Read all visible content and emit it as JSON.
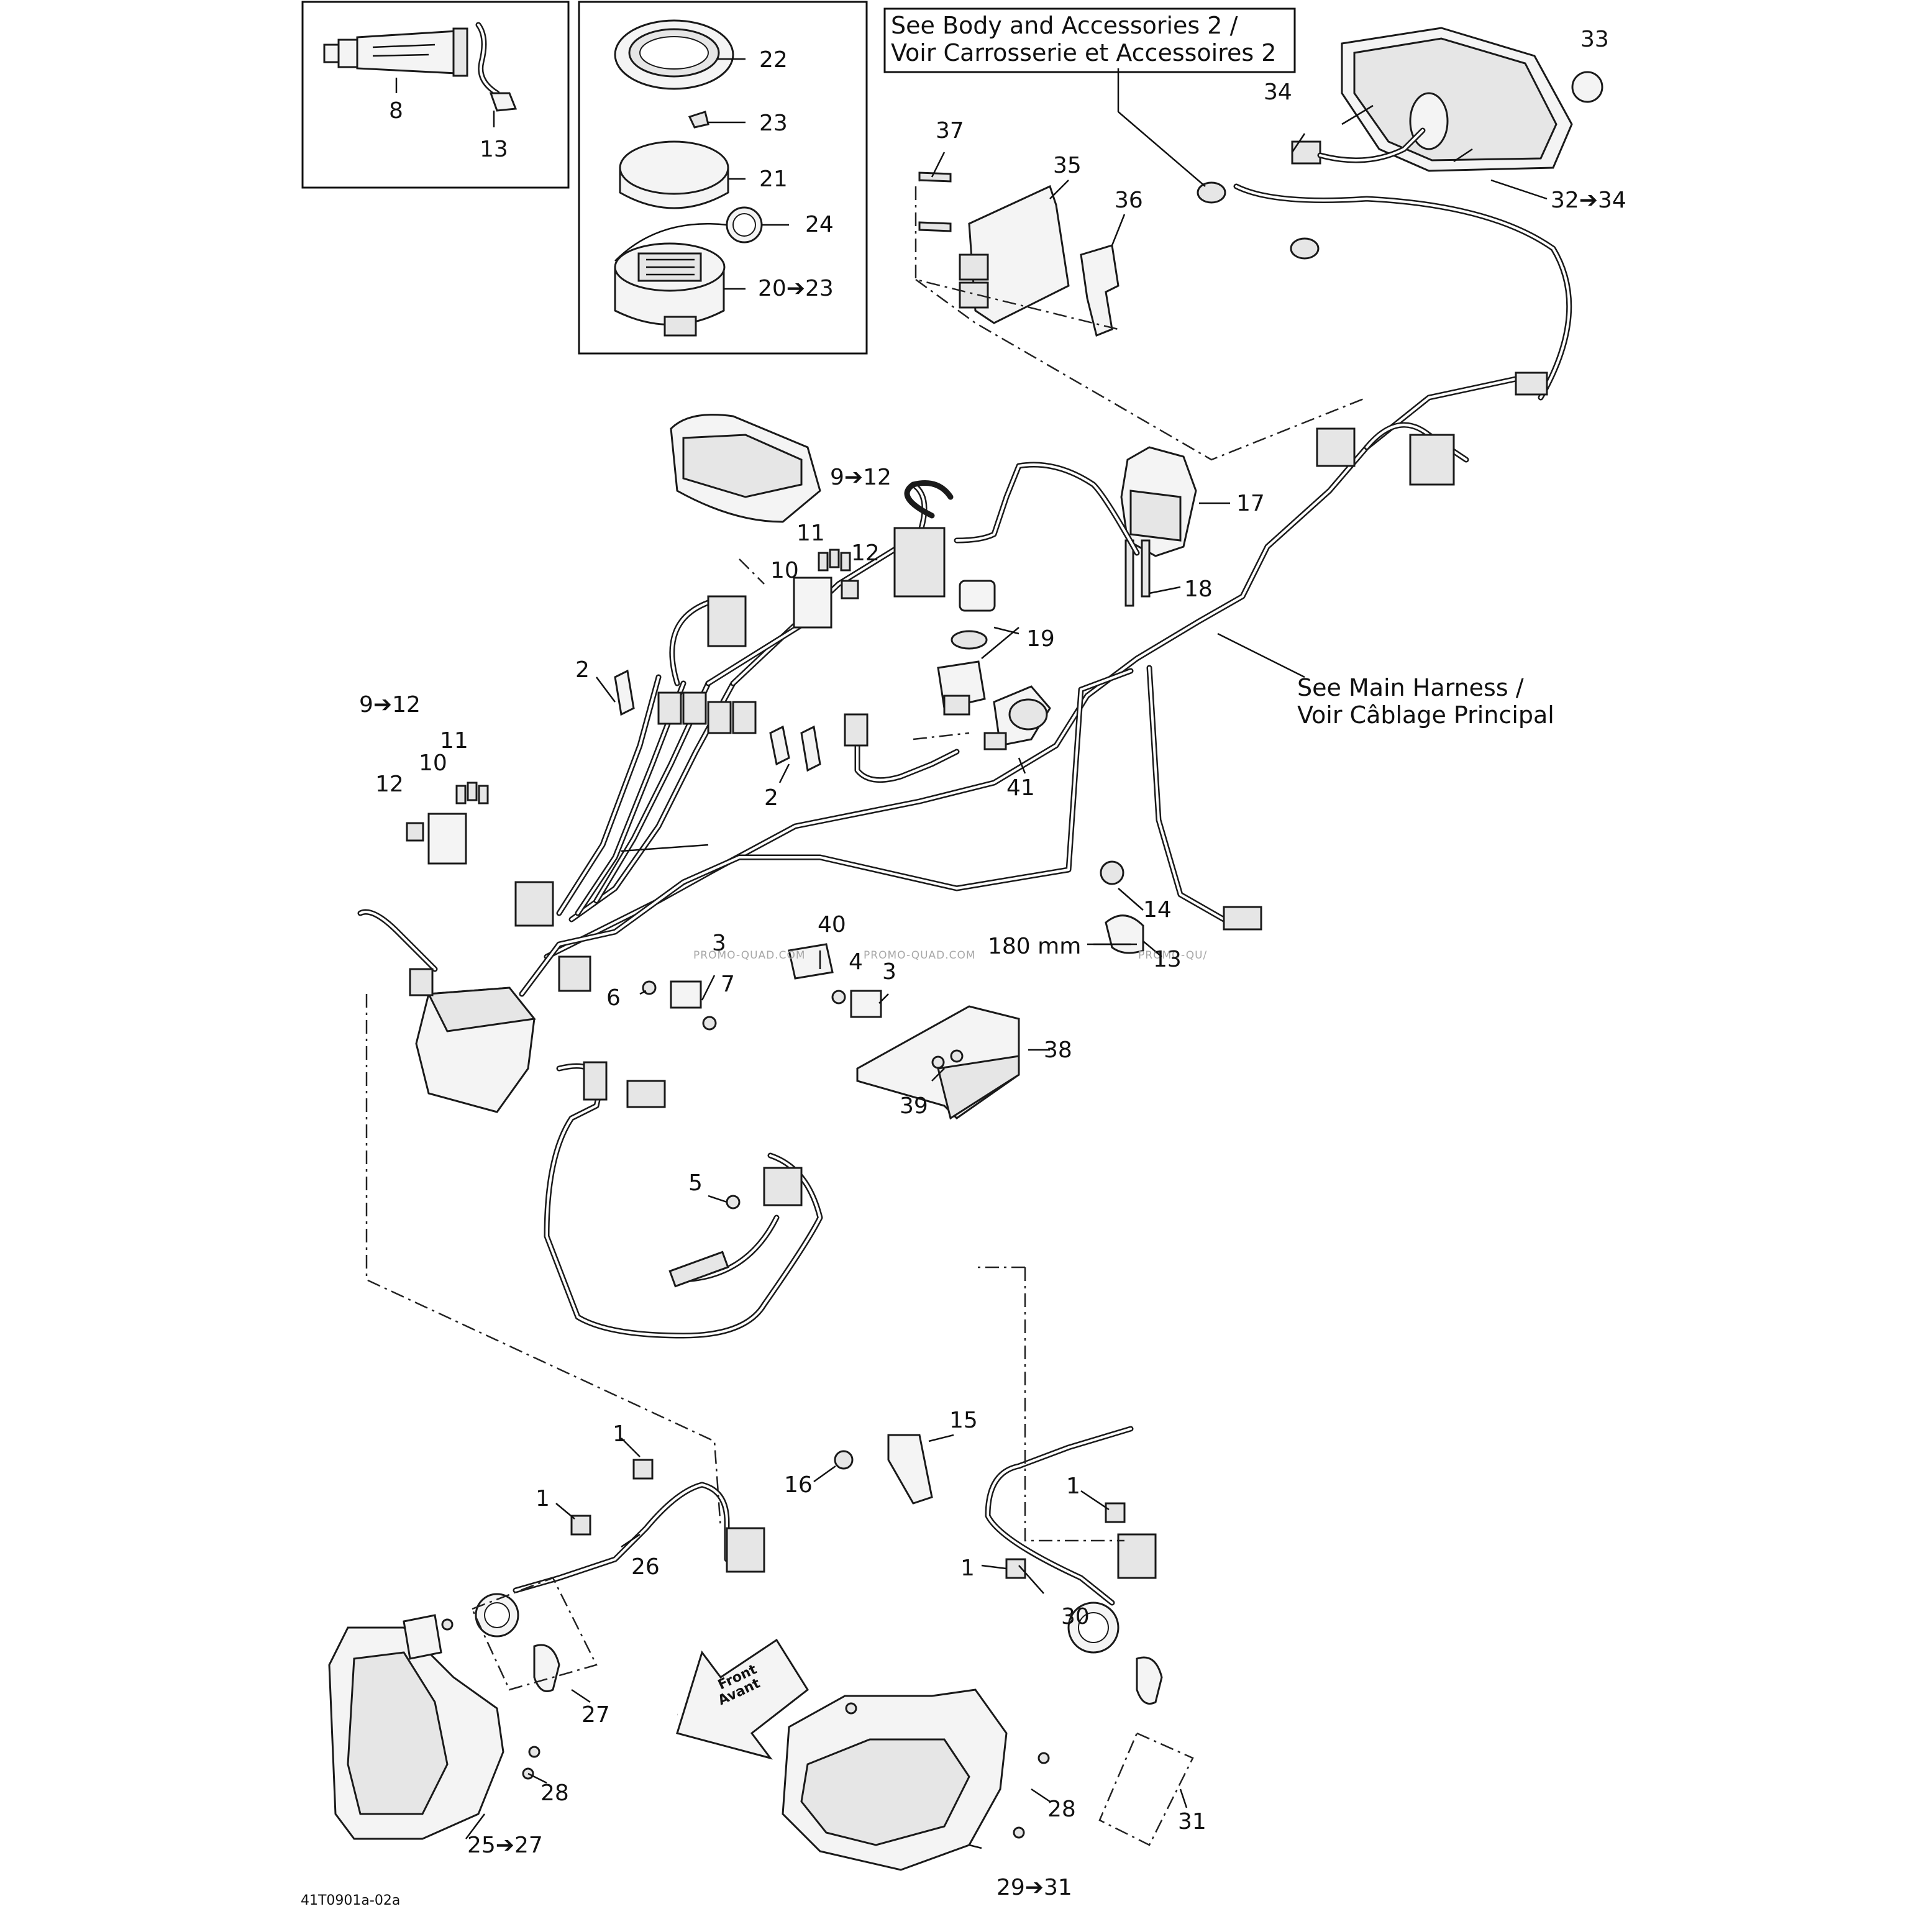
{
  "diagram": {
    "notes": {
      "body_accessories": [
        "See Body and Accessories 2 /",
        "Voir Carrosserie et Accessoires 2"
      ],
      "main_harness": [
        "See Main Harness /",
        "Voir Câblage Principal"
      ],
      "front": [
        "Front",
        "Avant"
      ]
    },
    "dimension": "180 mm",
    "watermark": "PROMO-QUAD.COM",
    "watermark_cut": "PROMO-QU/",
    "drawing_code": "41T0901a-02a",
    "callouts": {
      "c8": "8",
      "c13a": "13",
      "c22": "22",
      "c23": "23",
      "c21": "21",
      "c24": "24",
      "c20_23": "20➔23",
      "c33": "33",
      "c34": "34",
      "c32_34": "32➔34",
      "c37": "37",
      "c35": "35",
      "c36": "36",
      "c9_12a": "9➔12",
      "c11a": "11",
      "c12a": "12",
      "c10a": "10",
      "c17": "17",
      "c18": "18",
      "c19": "19",
      "c2a": "2",
      "c2b": "2",
      "c9_12b": "9➔12",
      "c11b": "11",
      "c10b": "10",
      "c12b": "12",
      "c41": "41",
      "c14": "14",
      "c13b": "13",
      "c40": "40",
      "c3a": "3",
      "c4": "4",
      "c3b": "3",
      "c6": "6",
      "c7": "7",
      "c38": "38",
      "c39": "39",
      "c5": "5",
      "c1a": "1",
      "c1b": "1",
      "c1c": "1",
      "c1d": "1",
      "c15": "15",
      "c16": "16",
      "c26": "26",
      "c30": "30",
      "c27": "27",
      "c28a": "28",
      "c25_27": "25➔27",
      "c28b": "28",
      "c31": "31",
      "c29_31": "29➔31"
    }
  }
}
